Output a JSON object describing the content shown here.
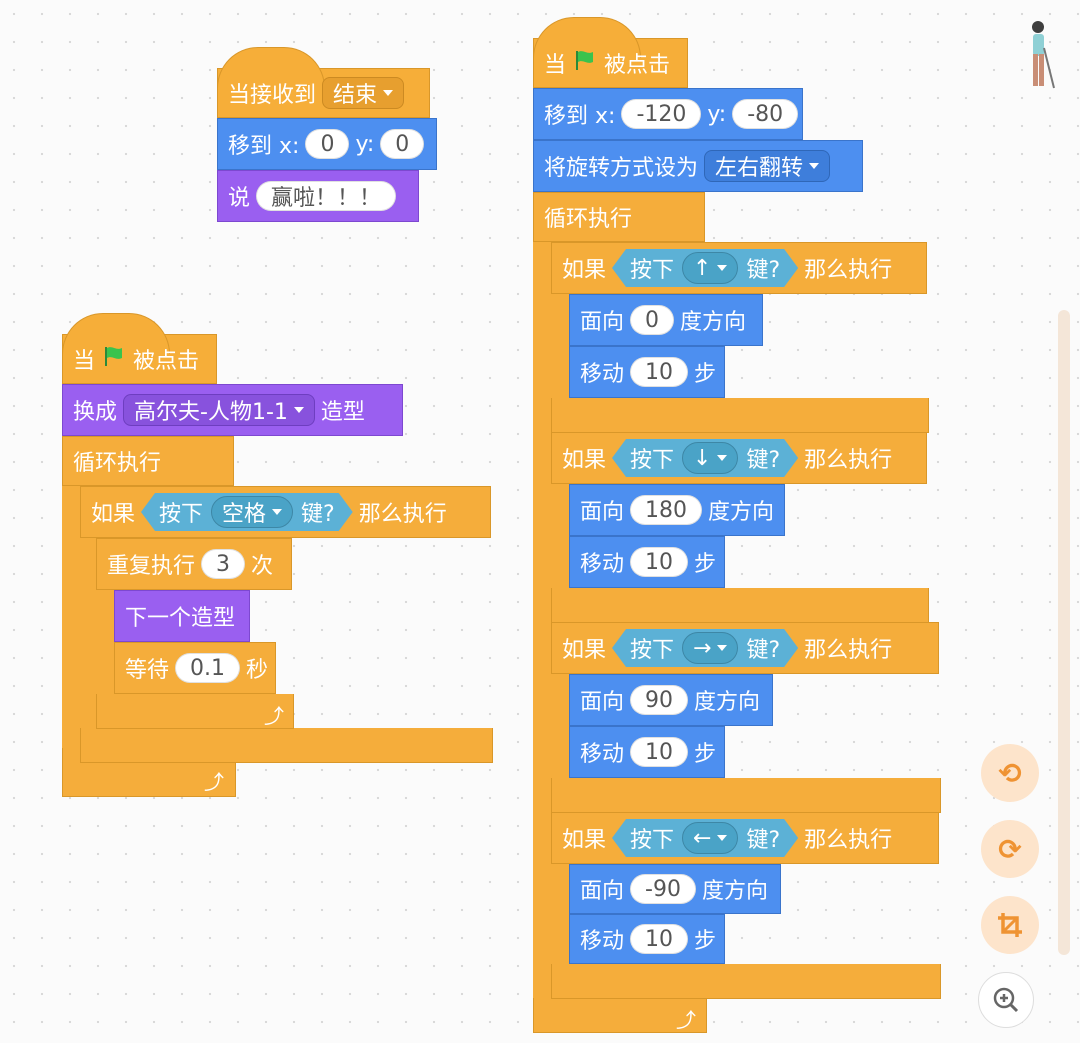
{
  "script_receive": {
    "hat_label": "当接收到",
    "message_value": "结束",
    "moveto_label": "移到 x:",
    "moveto_x": "0",
    "moveto_y_label": "y:",
    "moveto_y": "0",
    "say_label": "说",
    "say_value": "赢啦！！！"
  },
  "script_left": {
    "when_label": "当",
    "clicked_label": "被点击",
    "switch_label": "换成",
    "costume_value": "高尔夫-人物1-1",
    "costume_suffix": "造型",
    "forever_label": "循环执行",
    "if_label": "如果",
    "key_press_label": "按下",
    "key_value": "空格",
    "key_suffix": "键?",
    "then_label": "那么执行",
    "repeat_label": "重复执行",
    "repeat_count": "3",
    "repeat_suffix": "次",
    "next_costume_label": "下一个造型",
    "wait_label": "等待",
    "wait_value": "0.1",
    "wait_suffix": "秒"
  },
  "script_right": {
    "when_label": "当",
    "clicked_label": "被点击",
    "moveto_label": "移到 x:",
    "moveto_x": "-120",
    "moveto_y_label": "y:",
    "moveto_y": "-80",
    "rotation_label": "将旋转方式设为",
    "rotation_value": "左右翻转",
    "forever_label": "循环执行",
    "if_label": "如果",
    "key_press_label": "按下",
    "key_suffix": "键?",
    "then_label": "那么执行",
    "point_label": "面向",
    "point_suffix": "度方向",
    "move_label": "移动",
    "move_suffix": "步",
    "branches": [
      {
        "key": "↑",
        "direction": "0",
        "steps": "10"
      },
      {
        "key": "↓",
        "direction": "180",
        "steps": "10"
      },
      {
        "key": "→",
        "direction": "90",
        "steps": "10"
      },
      {
        "key": "←",
        "direction": "-90",
        "steps": "10"
      }
    ]
  },
  "controls": {
    "undo_icon": "undo-icon",
    "redo_icon": "redo-icon",
    "cleanup_icon": "crop-icon",
    "zoom_icon": "zoom-in-icon",
    "accent_color": "#ef9333"
  }
}
